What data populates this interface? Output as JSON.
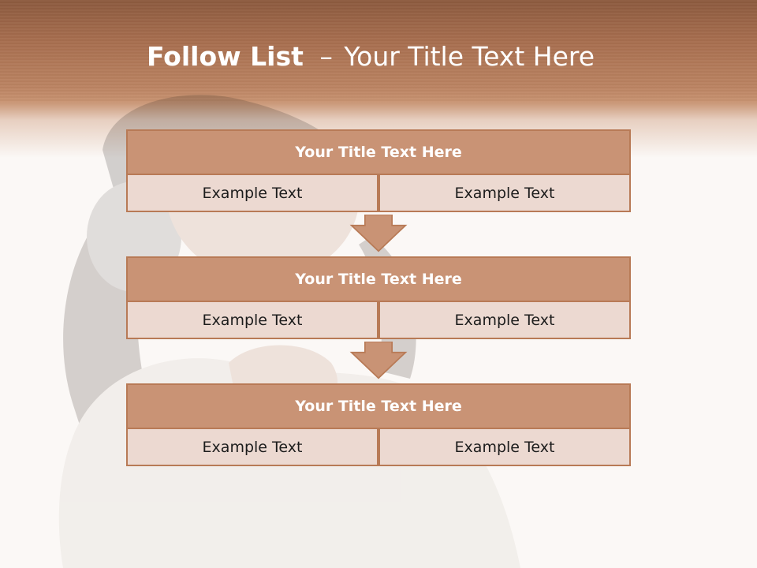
{
  "slide": {
    "title_bold": "Follow List",
    "title_dash": "–",
    "title_rest": "Your Title Text Here"
  },
  "blocks": [
    {
      "title": "Your Title Text Here",
      "left": "Example Text",
      "right": "Example Text"
    },
    {
      "title": "Your Title Text Here",
      "left": "Example Text",
      "right": "Example Text"
    },
    {
      "title": "Your Title Text Here",
      "left": "Example Text",
      "right": "Example Text"
    }
  ],
  "colors": {
    "header_band": "#a66d4e",
    "block_header": "#c99375",
    "block_cell": "#ecd9d1",
    "block_border": "#b87a56"
  }
}
